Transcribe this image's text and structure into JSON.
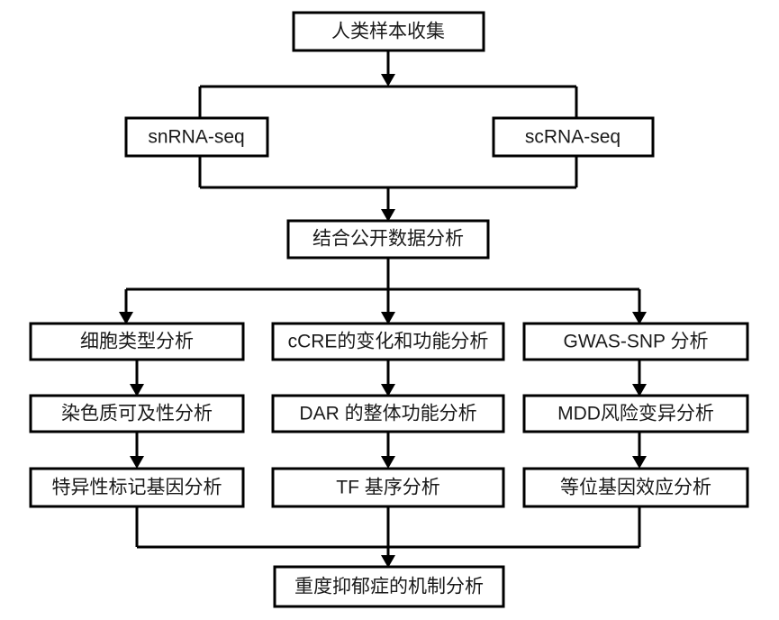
{
  "diagram": {
    "title": "MDD single-cell multi-omics analysis workflow",
    "background_color": "#ffffff",
    "line_color": "#000000",
    "text_color": "#1a1a1a",
    "nodes": {
      "sample_collection": {
        "label": "人类样本收集"
      },
      "snrna_seq": {
        "label": "snRNA-seq"
      },
      "scrna_seq": {
        "label": "scRNA-seq"
      },
      "public_data": {
        "label": "结合公开数据分析"
      },
      "cell_type": {
        "label": "细胞类型分析"
      },
      "ccre": {
        "label": "cCRE的变化和功能分析"
      },
      "gwas_snp": {
        "label": "GWAS-SNP 分析"
      },
      "chromatin": {
        "label": "染色质可及性分析"
      },
      "dar": {
        "label": "DAR 的整体功能分析"
      },
      "mdd_risk": {
        "label": "MDD风险变异分析"
      },
      "marker_gene": {
        "label": "特异性标记基因分析"
      },
      "tf_motif": {
        "label": "TF 基序分析"
      },
      "allelic": {
        "label": "等位基因效应分析"
      },
      "mechanism": {
        "label": "重度抑郁症的机制分析"
      }
    }
  }
}
